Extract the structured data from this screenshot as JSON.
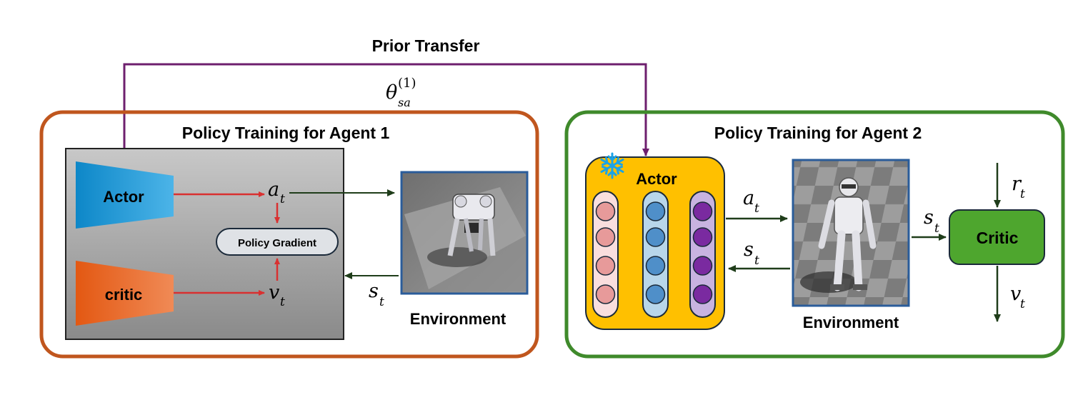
{
  "prior_transfer": {
    "title": "Prior Transfer",
    "theta_base": "θ",
    "theta_sub": "sa",
    "theta_sup": "(1)"
  },
  "agent1": {
    "title": "Policy Training for Agent 1",
    "actor_label": "Actor",
    "critic_label": "critic",
    "policy_gradient_label": "Policy Gradient",
    "a_base": "a",
    "a_sub": "t",
    "v_base": "v",
    "v_sub": "t",
    "s_base": "s",
    "s_sub": "t",
    "env_label": "Environment"
  },
  "agent2": {
    "title": "Policy Training for Agent 2",
    "actor_label": "Actor",
    "critic_label": "Critic",
    "a_base": "a",
    "a_sub": "t",
    "s_in_base": "s",
    "s_in_sub": "t",
    "s_out_base": "s",
    "s_out_sub": "t",
    "r_base": "r",
    "r_sub": "t",
    "v_base": "v",
    "v_sub": "t",
    "env_label": "Environment",
    "frozen_icon": "snowflake-icon"
  },
  "colors": {
    "agent1_border": "#c0561e",
    "agent2_border": "#3f8a2b",
    "prior_transfer_line": "#6e1f6e",
    "actor1_blue": "#1a8ed0",
    "critic1_orange": "#e8641e",
    "red_arrow": "#d93030",
    "dark_green_arrow": "#1f3d1a",
    "actor2_bg": "#ffc000",
    "critic2_green": "#4ea62e",
    "node_pink": "#e79a9a",
    "node_blue": "#4f8fc9",
    "node_purple": "#7a2aa0"
  }
}
